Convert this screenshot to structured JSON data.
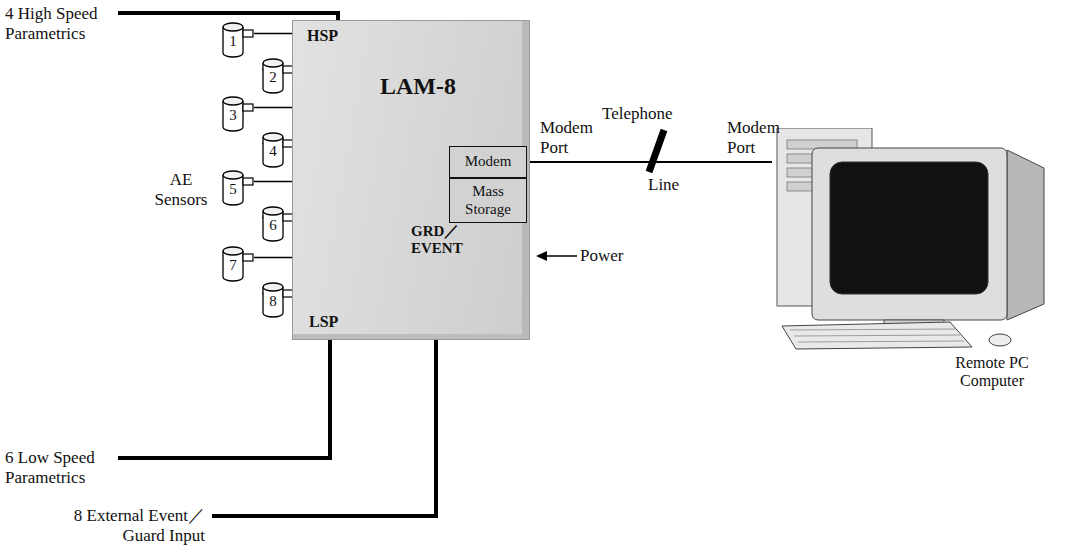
{
  "diagram": {
    "nodes": [
      {
        "text": [
          "1"
        ]
      },
      {
        "text": [
          "2"
        ]
      },
      {
        "text": [
          "3"
        ]
      },
      {
        "text": [
          "4"
        ]
      },
      {
        "text": [
          "5"
        ]
      },
      {
        "text": [
          "6"
        ]
      },
      {
        "text": [
          "7"
        ]
      },
      {
        "text": [
          "8"
        ]
      },
      {
        "text": [
          "HSP",
          "LAM-8",
          "GRD／ EVENT",
          "LSP"
        ]
      },
      {
        "text": [
          "Modem"
        ],
        "in": 8
      },
      {
        "text": [
          "Mass Storage"
        ],
        "in": 8
      },
      {
        "text": [
          "Remote PC Computer"
        ]
      }
    ],
    "edges": [
      {
        "from": 0,
        "to": 8,
        "arrow": "none"
      },
      {
        "from": 1,
        "to": 8,
        "arrow": "none"
      },
      {
        "from": 2,
        "to": 8,
        "arrow": "none"
      },
      {
        "from": 3,
        "to": 8,
        "arrow": "none"
      },
      {
        "from": 4,
        "to": 8,
        "arrow": "none"
      },
      {
        "from": 5,
        "to": 8,
        "arrow": "none"
      },
      {
        "from": 6,
        "to": 8,
        "arrow": "none"
      },
      {
        "from": 7,
        "to": 8,
        "arrow": "none"
      },
      {
        "from": 9,
        "to": 11,
        "arrow": "none"
      }
    ],
    "labels": [
      "4 High Speed Parametrics",
      "AE Sensors",
      "6 Low Speed Parametrics",
      "8 External Event／Guard Input",
      "Modem Port",
      "Telephone",
      "Line",
      "Modem Port",
      "Power"
    ]
  }
}
